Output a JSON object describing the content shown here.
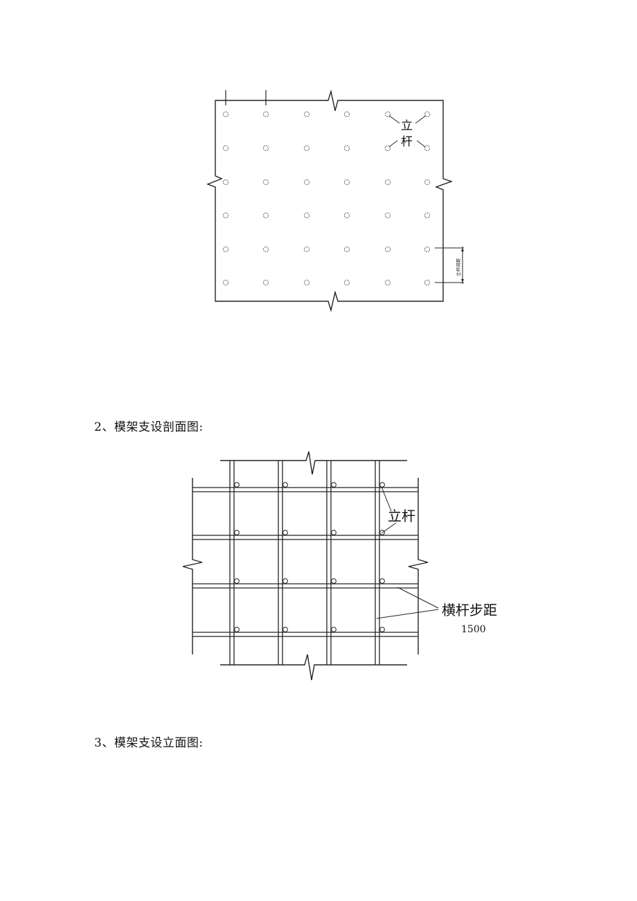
{
  "plan_drawing": {
    "post_label_1": "立",
    "post_label_2": "杆",
    "dimension_label": "立杆间距"
  },
  "section2": {
    "heading": "2、模架支设剖面图:",
    "post_label": "立杆",
    "step_label": "横杆步距",
    "step_value": "1500"
  },
  "section3": {
    "heading": "3、模架支设立面图:"
  }
}
